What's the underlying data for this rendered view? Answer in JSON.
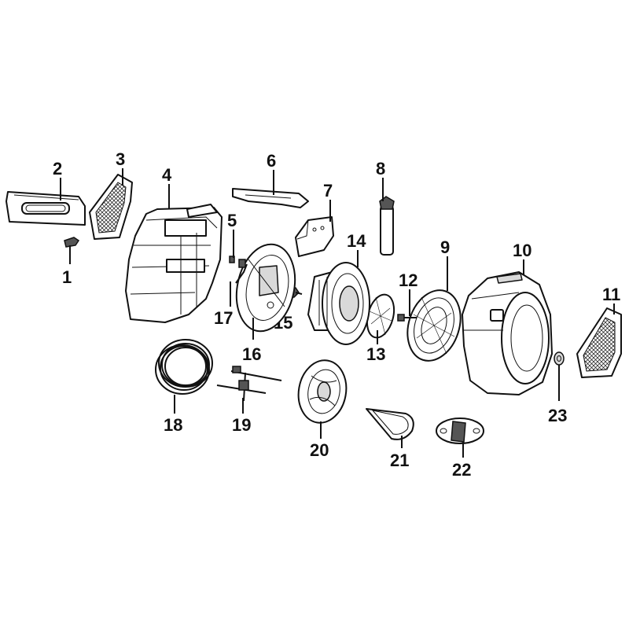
{
  "parts": [
    {
      "number": "1"
    },
    {
      "number": "2"
    },
    {
      "number": "3"
    },
    {
      "number": "4"
    },
    {
      "number": "5"
    },
    {
      "number": "6"
    },
    {
      "number": "7"
    },
    {
      "number": "8"
    },
    {
      "number": "9"
    },
    {
      "number": "10"
    },
    {
      "number": "11"
    },
    {
      "number": "12"
    },
    {
      "number": "13"
    },
    {
      "number": "14"
    },
    {
      "number": "15"
    },
    {
      "number": "16"
    },
    {
      "number": "17"
    },
    {
      "number": "18"
    },
    {
      "number": "19"
    },
    {
      "number": "20"
    },
    {
      "number": "21"
    },
    {
      "number": "22"
    },
    {
      "number": "23"
    }
  ]
}
